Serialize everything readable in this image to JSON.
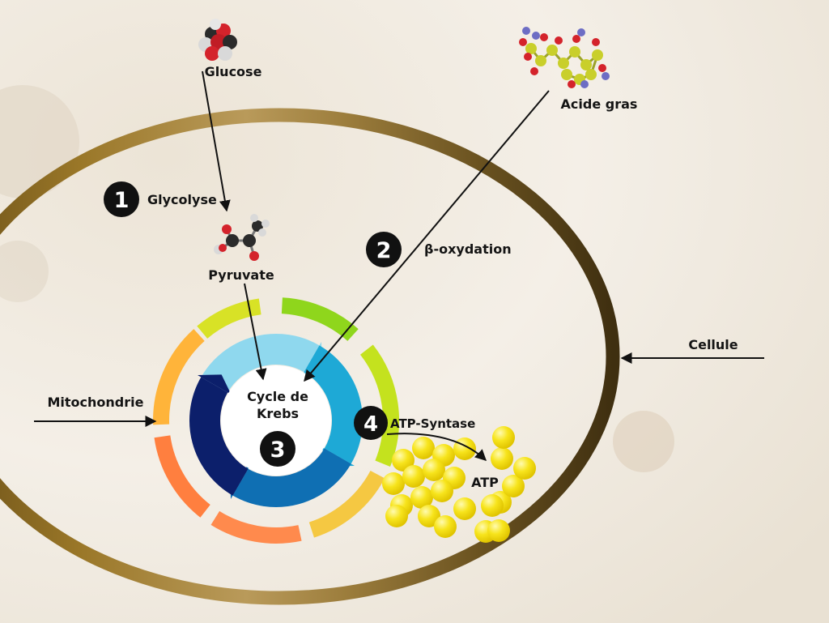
{
  "labels": {
    "glucose": "Glucose",
    "acide_gras": "Acide gras",
    "glycolyse": "Glycolyse",
    "pyruvate": "Pyruvate",
    "beta_oxydation": "β-oxydation",
    "cellule": "Cellule",
    "mitochondrie": "Mitochondrie",
    "cycle_line1": "Cycle de",
    "cycle_line2": "Krebs",
    "atp_synthase": "ATP-Syntase",
    "atp": "ATP"
  },
  "steps": [
    "1",
    "2",
    "3",
    "4"
  ],
  "colors": {
    "membrane": "#8a6a2a",
    "badge": "#111111",
    "inner_cycle": [
      "#8fd8ee",
      "#1ea9d6",
      "#0f6fb3",
      "#0c1f6b"
    ],
    "outer_ring": [
      "#d8e226",
      "#8fd61c",
      "#c4e21e",
      "#f5c842",
      "#ff8a4d",
      "#ff7f3f",
      "#ffb43a"
    ],
    "atp": "#f7e41c",
    "atom_carbon": "#2b2b2b",
    "atom_oxygen": "#d4232b",
    "atom_hydrogen": "#d9d9d9",
    "atom_nitrogen": "#6d6dc4",
    "atom_chain": "#c9cf2a"
  }
}
